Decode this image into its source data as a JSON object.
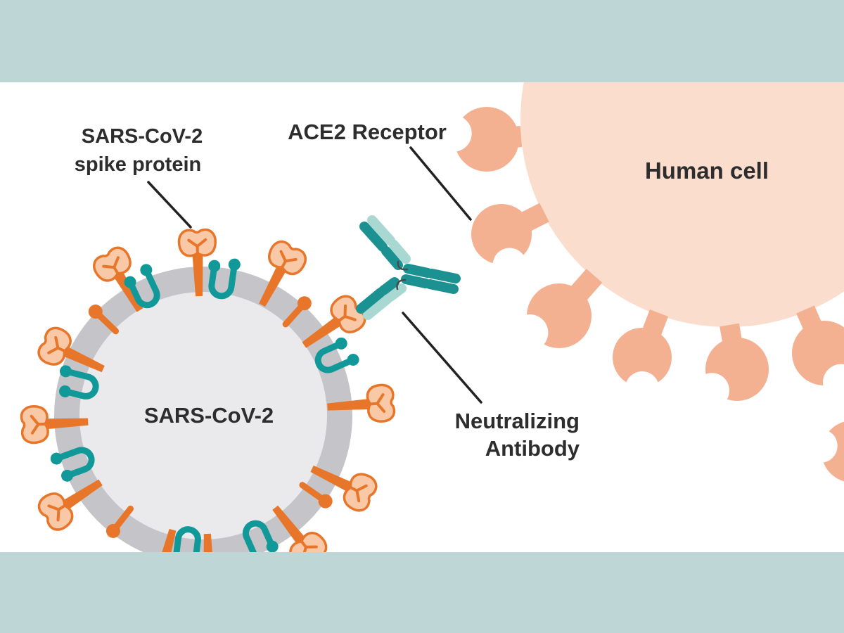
{
  "labels": {
    "spike_protein": {
      "line1": "SARS-CoV-2",
      "line2": "spike protein"
    },
    "ace2_receptor": "ACE2 Receptor",
    "human_cell": "Human cell",
    "virus_name": "SARS-CoV-2",
    "neutralizing_antibody": {
      "line1": "Neutralizing",
      "line2": "Antibody"
    }
  },
  "colors": {
    "band": "#bed7d6",
    "surface": "#ffffff",
    "text": "#2d2d2d",
    "leader": "#222222",
    "ring": "#c5c5c9",
    "vbody": "#eaeaec",
    "orange": "#e8762a",
    "peach": "#f9c8a6",
    "teal": "#11999a",
    "abdark": "#1b9291",
    "ablight": "#a9d8d3",
    "hinge": "#4a4a4a",
    "cell": "#fbddce",
    "receptor": "#f3b192"
  }
}
